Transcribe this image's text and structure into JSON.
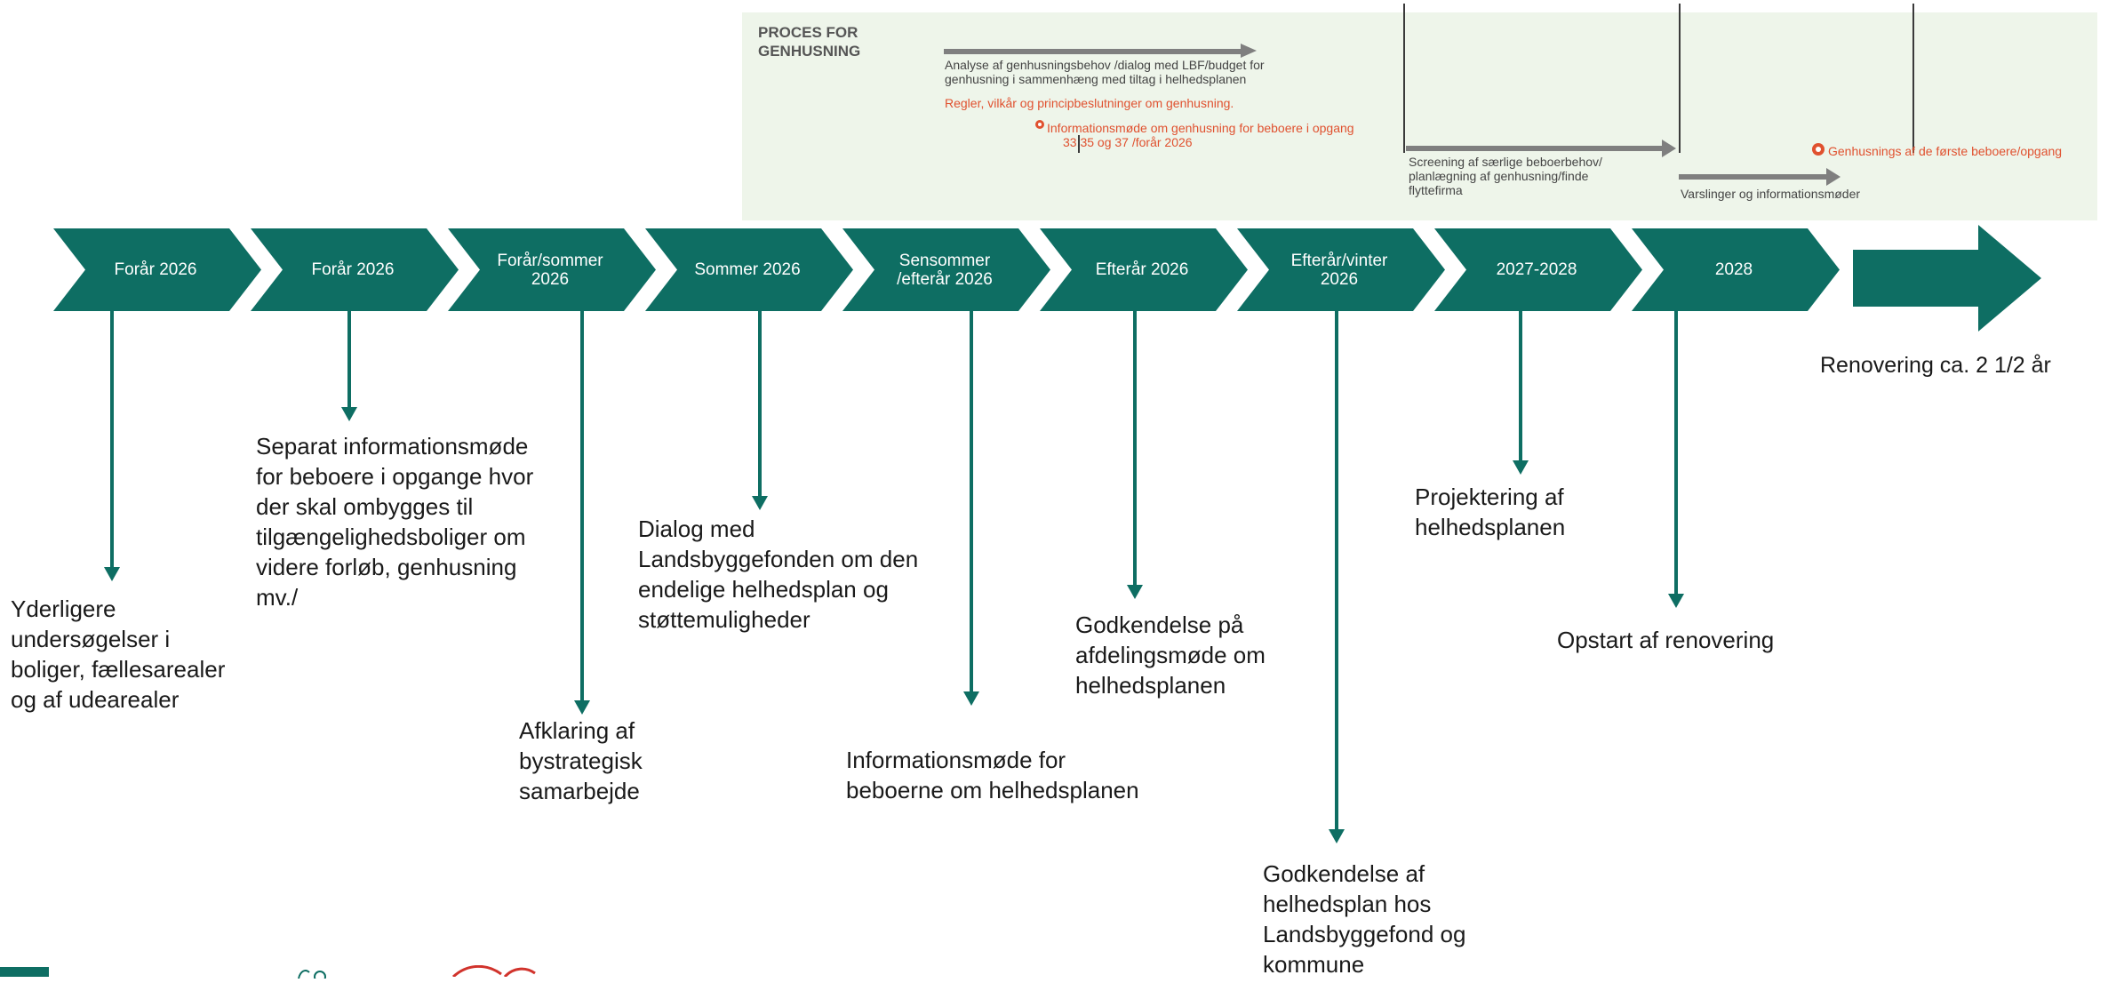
{
  "process": {
    "title_lines": [
      "PROCES FOR",
      "GENHUSNING"
    ],
    "analysis_lines": [
      "Analyse af genhusningsbehov /dialog med LBF/budget for",
      "genhusning i sammenhæng med tiltag i helhedsplanen"
    ],
    "rules": "Regler, vilkår og principbeslutninger om genhusning.",
    "info_meeting_lines": [
      "Informationsmøde om genhusning for beboere i opgang",
      "33,35 og 37 /forår 2026"
    ],
    "screening_lines": [
      "Screening af særlige beboerbehov/",
      "planlægning af genhusning/finde",
      "flyttefirma"
    ],
    "notices": "Varslinger og informationsmøder",
    "first_residents": "Genhusnings af de første beboere/opgang"
  },
  "timeline": [
    {
      "label": "Forår 2026"
    },
    {
      "label": "Forår 2026"
    },
    {
      "label": "Forår/sommer\n2026"
    },
    {
      "label": "Sommer 2026"
    },
    {
      "label": "Sensommer\n/efterår 2026"
    },
    {
      "label": "Efterår 2026"
    },
    {
      "label": "Efterår/vinter\n2026"
    },
    {
      "label": "2027-2028"
    },
    {
      "label": "2028"
    }
  ],
  "renovation_label": "Renovering ca. 2 1/2  år",
  "milestones": [
    {
      "lines": [
        "Yderligere",
        "undersøgelser i",
        "boliger, fællesarealer",
        "og af udearealer"
      ]
    },
    {
      "lines": [
        "Separat informationsmøde",
        "for beboere i opgange hvor",
        "der skal ombygges til",
        "tilgængelighedsboliger om",
        "videre forløb, genhusning",
        "mv./"
      ]
    },
    {
      "lines": [
        "Afklaring af",
        "bystrategisk",
        "samarbejde"
      ]
    },
    {
      "lines": [
        "Dialog med",
        "Landsbyggefonden om den",
        "endelige helhedsplan og",
        "støttemuligheder"
      ]
    },
    {
      "lines": [
        "Informationsmøde for",
        "beboerne om helhedsplanen"
      ]
    },
    {
      "lines": [
        "Godkendelse på",
        "afdelingsmøde om",
        "helhedsplanen"
      ]
    },
    {
      "lines": [
        "Godkendelse af",
        "helhedsplan hos",
        "Landsbyggefond og",
        "kommune"
      ]
    },
    {
      "lines": [
        "Projektering af",
        "helhedsplanen"
      ]
    },
    {
      "lines": [
        "Opstart af renovering"
      ]
    }
  ],
  "colors": {
    "teal": "#0e6e63",
    "process_red": "#e0512f",
    "panel_bg": "#eef5ea"
  }
}
